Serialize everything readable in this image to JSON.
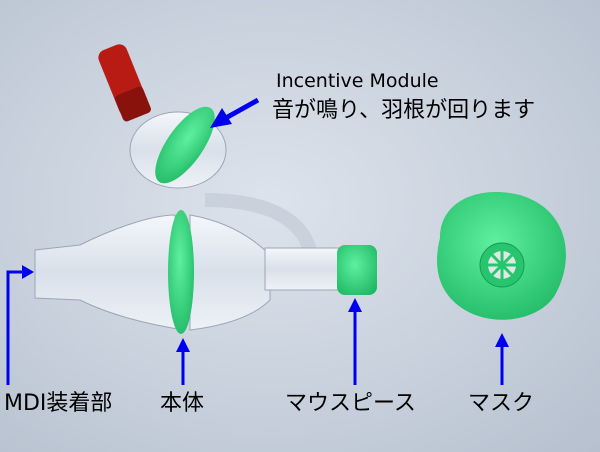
{
  "labels": {
    "incentive_title": "Incentive Module",
    "incentive_desc": "音が鳴り、羽根が回ります",
    "mdi": "MDI装着部",
    "body": "本体",
    "mouthpiece": "マウスピース",
    "mask": "マスク"
  },
  "colors": {
    "arrow": "#0000ee",
    "green": "#2ed47a",
    "red": "#b81a14"
  }
}
